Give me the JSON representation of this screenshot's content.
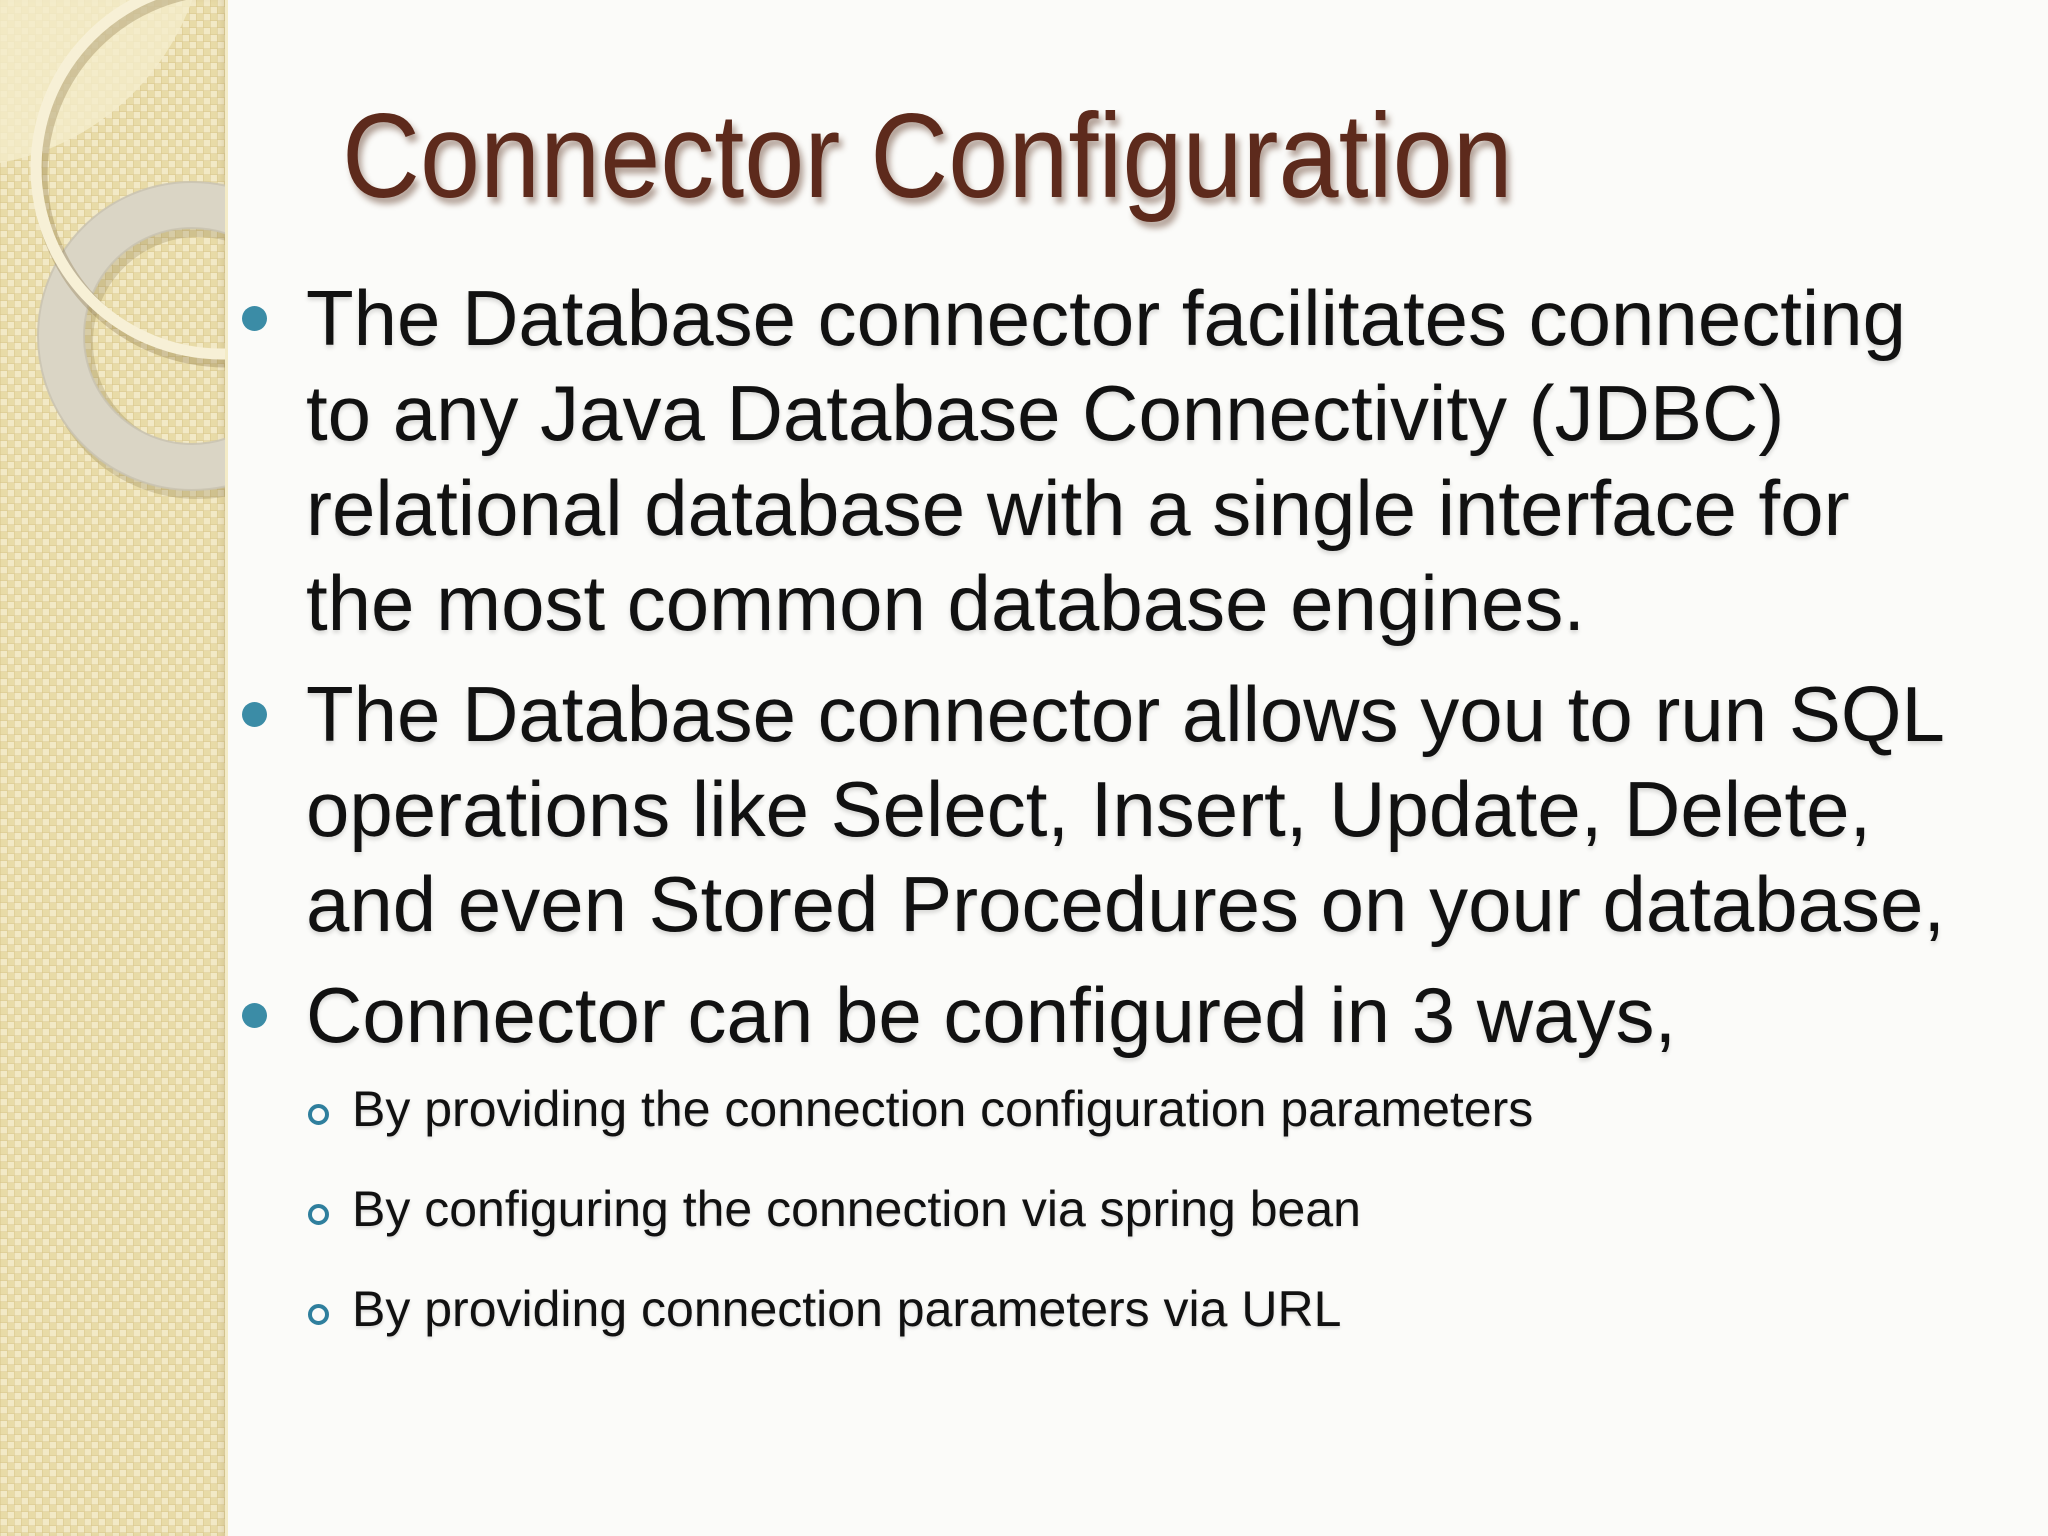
{
  "colors": {
    "page-bg": "#fbfbf9",
    "sidebar-tan": "#ecdfb2",
    "title-color": "#5d2a1c",
    "text-color": "#111111",
    "accent-teal": "#3b8ca6",
    "accent-teal-dark": "#2f7f9d"
  },
  "slide": {
    "title": "Connector Configuration",
    "bullets": [
      {
        "lines": [
          "The Database connector facilitates connecting",
          "to any Java Database Connectivity (JDBC)",
          "relational database with a single interface for",
          "the most common database engines."
        ]
      },
      {
        "lines": [
          "The Database connector allows you to run SQL",
          "operations like Select, Insert, Update, Delete,",
          "and even Stored Procedures on your database,"
        ]
      },
      {
        "lines": [
          "Connector can be configured in 3 ways,"
        ]
      }
    ],
    "sub_bullets": [
      "By providing the connection configuration parameters",
      "By configuring the connection via spring bean",
      "By providing connection parameters via URL"
    ]
  }
}
